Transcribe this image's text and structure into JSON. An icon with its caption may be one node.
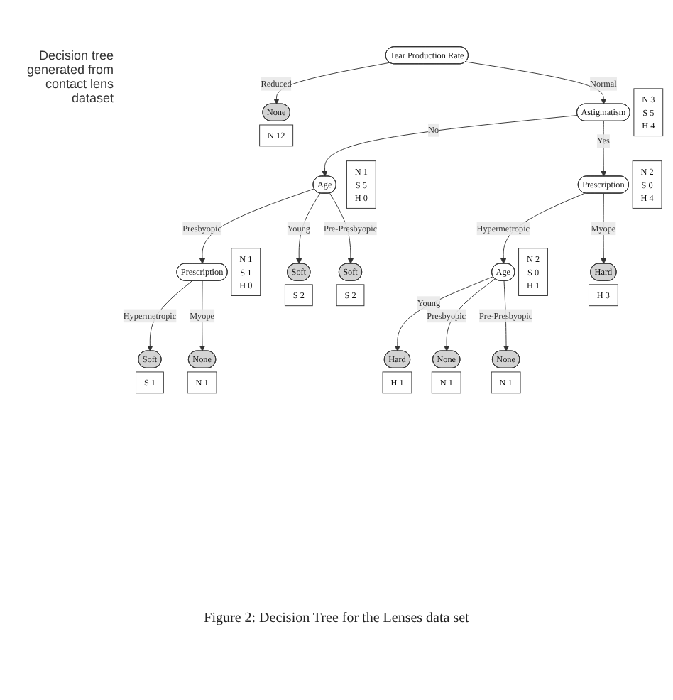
{
  "diagram": {
    "title": "Decision tree generated from contact lens dataset",
    "caption": "Figure 2: Decision Tree for the Lenses data set",
    "nodes": [
      {
        "text": [
          "Tear Production Rate"
        ]
      },
      {
        "text": [
          "None"
        ],
        "beside": [
          "N 12"
        ]
      },
      {
        "text": [
          "Astigmatism"
        ],
        "beside": [
          "N 3 S 5 H 4"
        ]
      },
      {
        "text": [
          "Age"
        ],
        "beside": [
          "N 1 S 5 H 0"
        ]
      },
      {
        "text": [
          "Prescription"
        ],
        "beside": [
          "N 2 S 0 H 4"
        ]
      },
      {
        "text": [
          "Prescription"
        ],
        "beside": [
          "N 1 S 1 H 0"
        ]
      },
      {
        "text": [
          "Soft"
        ],
        "beside": [
          "S 2"
        ]
      },
      {
        "text": [
          "Soft"
        ],
        "beside": [
          "S 2"
        ]
      },
      {
        "text": [
          "Age"
        ],
        "beside": [
          "N 2 S 0 H 1"
        ]
      },
      {
        "text": [
          "Hard"
        ],
        "beside": [
          "H 3"
        ]
      },
      {
        "text": [
          "Soft"
        ],
        "beside": [
          "S 1"
        ]
      },
      {
        "text": [
          "None"
        ],
        "beside": [
          "N 1"
        ]
      },
      {
        "text": [
          "Hard"
        ],
        "beside": [
          "H 1"
        ]
      },
      {
        "text": [
          "None"
        ],
        "beside": [
          "N 1"
        ]
      },
      {
        "text": [
          "None"
        ],
        "beside": [
          "N 1"
        ]
      }
    ],
    "edges": [
      {
        "from": 0,
        "to": 1,
        "arrow": "to",
        "label": "Reduced"
      },
      {
        "from": 0,
        "to": 2,
        "arrow": "to",
        "label": "Normal"
      },
      {
        "from": 2,
        "to": 3,
        "arrow": "to",
        "label": "No"
      },
      {
        "from": 2,
        "to": 4,
        "arrow": "to",
        "label": "Yes"
      },
      {
        "from": 3,
        "to": 5,
        "arrow": "to",
        "label": "Presbyopic"
      },
      {
        "from": 3,
        "to": 6,
        "arrow": "to",
        "label": "Young"
      },
      {
        "from": 3,
        "to": 7,
        "arrow": "to",
        "label": "Pre-Presbyopic"
      },
      {
        "from": 4,
        "to": 8,
        "arrow": "to",
        "label": "Hypermetropic"
      },
      {
        "from": 4,
        "to": 9,
        "arrow": "to",
        "label": "Myope"
      },
      {
        "from": 5,
        "to": 10,
        "arrow": "to",
        "label": "Hypermetropic"
      },
      {
        "from": 5,
        "to": 11,
        "arrow": "to",
        "label": "Myope"
      },
      {
        "from": 8,
        "to": 12,
        "arrow": "to",
        "label": "Young"
      },
      {
        "from": 8,
        "to": 13,
        "arrow": "to",
        "label": "Presbyopic"
      },
      {
        "from": 8,
        "to": 14,
        "arrow": "to",
        "label": "Pre-Presbyopic"
      }
    ]
  }
}
